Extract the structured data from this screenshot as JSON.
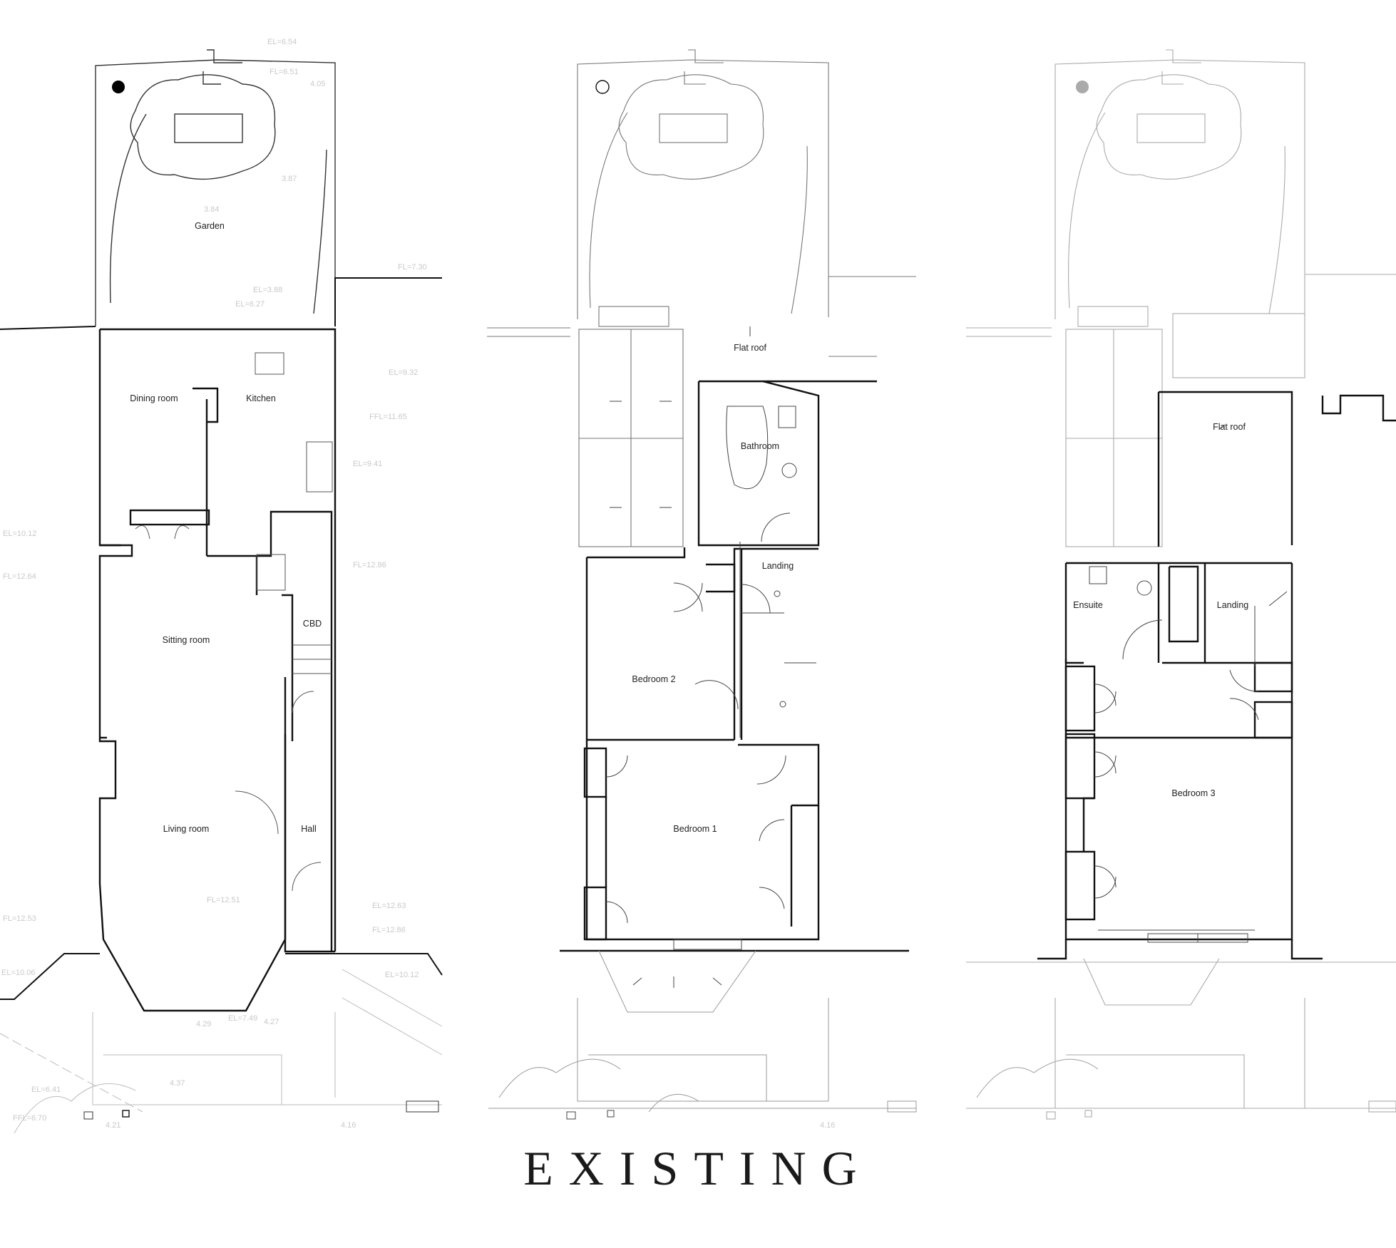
{
  "title": "EXISTING",
  "floors": {
    "ground": {
      "rooms": {
        "garden": "Garden",
        "dining": "Dining room",
        "kitchen": "Kitchen",
        "sitting": "Sitting room",
        "cbd": "CBD",
        "living": "Living room",
        "hall": "Hall"
      },
      "levels": {
        "l1": "EL=6.54",
        "l2": "FL=6.51",
        "l3": "4.05",
        "l4": "3.84",
        "l5": "3.87",
        "l6": "FL=7.30",
        "l7": "EL=3.88",
        "l8": "EL=6.27",
        "l9": "EL=9.32",
        "l10": "FFL=11.65",
        "l11": "EL=9.41",
        "l12": "EL=10.12",
        "l13": "FL=12.64",
        "l14": "FL=12.86",
        "l15": "FL=12.51",
        "l16": "FL=12.53",
        "l17": "EL=12.63",
        "l18": "FL=12.86",
        "l19": "EL=10.06",
        "l20": "EL=10.12",
        "l21": "4.29",
        "l22": "EL=7.49",
        "l23": "4.27",
        "l24": "4.37",
        "l25": "EL=6.41",
        "l26": "FFL=6.70",
        "l27": "4.21",
        "l28": "4.16"
      }
    },
    "first": {
      "rooms": {
        "flat_roof": "Flat roof",
        "bathroom": "Bathroom",
        "landing": "Landing",
        "bedroom2": "Bedroom 2",
        "bedroom1": "Bedroom 1"
      },
      "levels": {
        "l1": "4.16"
      }
    },
    "second": {
      "rooms": {
        "flat_roof": "Flat roof",
        "ensuite": "Ensuite",
        "landing": "Landing",
        "bedroom3": "Bedroom 3"
      }
    }
  },
  "colors": {
    "wall": "#111111",
    "line_light": "#bbbbbb",
    "line_faint": "#cfcfcf",
    "text": "#222222",
    "marker_ground": "#000000",
    "marker_second": "#aaaaaa"
  }
}
